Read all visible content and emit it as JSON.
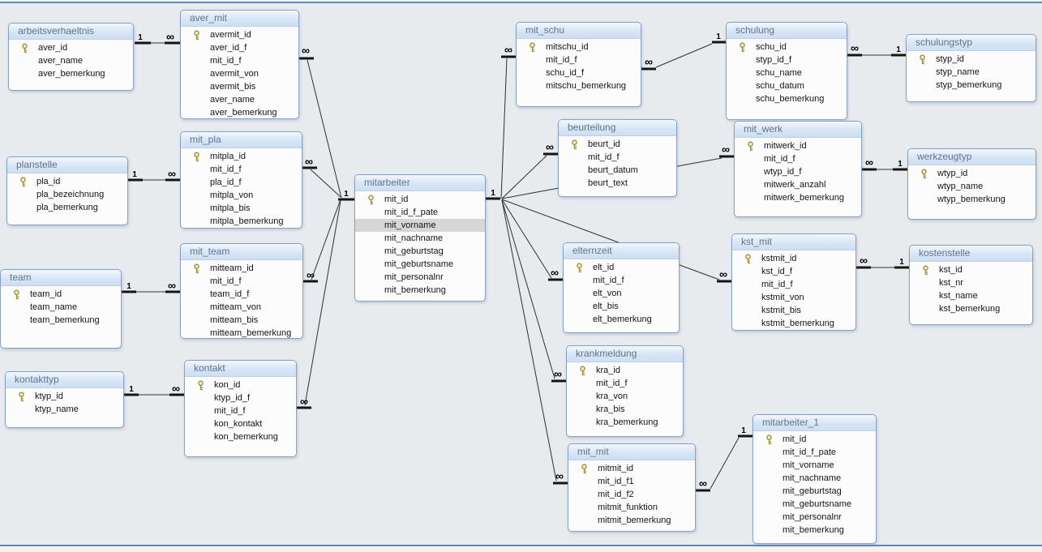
{
  "diagram": {
    "tables": [
      {
        "id": "arbeitsverhaeltnis",
        "title": "arbeitsverhaeltnis",
        "fields": [
          {
            "name": "aver_id",
            "key": true
          },
          {
            "name": "aver_name"
          },
          {
            "name": "aver_bemerkung"
          }
        ]
      },
      {
        "id": "aver_mit",
        "title": "aver_mit",
        "fields": [
          {
            "name": "avermit_id",
            "key": true
          },
          {
            "name": "aver_id_f"
          },
          {
            "name": "mit_id_f"
          },
          {
            "name": "avermit_von"
          },
          {
            "name": "avermit_bis"
          },
          {
            "name": "aver_name"
          },
          {
            "name": "aver_bemerkung"
          }
        ]
      },
      {
        "id": "planstelle",
        "title": "planstelle",
        "fields": [
          {
            "name": "pla_id",
            "key": true
          },
          {
            "name": "pla_bezeichnung"
          },
          {
            "name": "pla_bemerkung"
          }
        ]
      },
      {
        "id": "mit_pla",
        "title": "mit_pla",
        "fields": [
          {
            "name": "mitpla_id",
            "key": true
          },
          {
            "name": "mit_id_f"
          },
          {
            "name": "pla_id_f"
          },
          {
            "name": "mitpla_von"
          },
          {
            "name": "mitpla_bis"
          },
          {
            "name": "mitpla_bemerkung"
          }
        ]
      },
      {
        "id": "team",
        "title": "team",
        "fields": [
          {
            "name": "team_id",
            "key": true
          },
          {
            "name": "team_name"
          },
          {
            "name": "team_bemerkung"
          }
        ]
      },
      {
        "id": "mit_team",
        "title": "mit_team",
        "fields": [
          {
            "name": "mitteam_id",
            "key": true
          },
          {
            "name": "mit_id_f"
          },
          {
            "name": "team_id_f"
          },
          {
            "name": "mitteam_von"
          },
          {
            "name": "mitteam_bis"
          },
          {
            "name": "mitteam_bemerkung"
          }
        ]
      },
      {
        "id": "kontakttyp",
        "title": "kontakttyp",
        "fields": [
          {
            "name": "ktyp_id",
            "key": true
          },
          {
            "name": "ktyp_name"
          }
        ]
      },
      {
        "id": "kontakt",
        "title": "kontakt",
        "fields": [
          {
            "name": "kon_id",
            "key": true
          },
          {
            "name": "ktyp_id_f"
          },
          {
            "name": "mit_id_f"
          },
          {
            "name": "kon_kontakt"
          },
          {
            "name": "kon_bemerkung"
          }
        ]
      },
      {
        "id": "mitarbeiter",
        "title": "mitarbeiter",
        "fields": [
          {
            "name": "mit_id",
            "key": true
          },
          {
            "name": "mit_id_f_pate"
          },
          {
            "name": "mit_vorname",
            "selected": true
          },
          {
            "name": "mit_nachname"
          },
          {
            "name": "mit_geburtstag"
          },
          {
            "name": "mit_geburtsname"
          },
          {
            "name": "mit_personalnr"
          },
          {
            "name": "mit_bemerkung"
          }
        ]
      },
      {
        "id": "mit_schu",
        "title": "mit_schu",
        "fields": [
          {
            "name": "mitschu_id",
            "key": true
          },
          {
            "name": "mit_id_f"
          },
          {
            "name": "schu_id_f"
          },
          {
            "name": "mitschu_bemerkung"
          }
        ]
      },
      {
        "id": "schulung",
        "title": "schulung",
        "fields": [
          {
            "name": "schu_id",
            "key": true
          },
          {
            "name": "styp_id_f"
          },
          {
            "name": "schu_name"
          },
          {
            "name": "schu_datum"
          },
          {
            "name": "schu_bemerkung"
          }
        ]
      },
      {
        "id": "schulungstyp",
        "title": "schulungstyp",
        "fields": [
          {
            "name": "styp_id",
            "key": true
          },
          {
            "name": "styp_name"
          },
          {
            "name": "styp_bemerkung"
          }
        ]
      },
      {
        "id": "beurteilung",
        "title": "beurteilung",
        "fields": [
          {
            "name": "beurt_id",
            "key": true
          },
          {
            "name": "mit_id_f"
          },
          {
            "name": "beurt_datum"
          },
          {
            "name": "beurt_text"
          }
        ]
      },
      {
        "id": "mit_werk",
        "title": "mit_werk",
        "fields": [
          {
            "name": "mitwerk_id",
            "key": true
          },
          {
            "name": "mit_id_f"
          },
          {
            "name": "wtyp_id_f"
          },
          {
            "name": "mitwerk_anzahl"
          },
          {
            "name": "mitwerk_bemerkung"
          }
        ]
      },
      {
        "id": "werkzeugtyp",
        "title": "werkzeugtyp",
        "fields": [
          {
            "name": "wtyp_id",
            "key": true
          },
          {
            "name": "wtyp_name"
          },
          {
            "name": "wtyp_bemerkung"
          }
        ]
      },
      {
        "id": "elternzeit",
        "title": "elternzeit",
        "fields": [
          {
            "name": "elt_id",
            "key": true
          },
          {
            "name": "mit_id_f"
          },
          {
            "name": "elt_von"
          },
          {
            "name": "elt_bis"
          },
          {
            "name": "elt_bemerkung"
          }
        ]
      },
      {
        "id": "kst_mit",
        "title": "kst_mit",
        "fields": [
          {
            "name": "kstmit_id",
            "key": true
          },
          {
            "name": "kst_id_f"
          },
          {
            "name": "mit_id_f"
          },
          {
            "name": "kstmit_von"
          },
          {
            "name": "kstmit_bis"
          },
          {
            "name": "kstmit_bemerkung"
          }
        ]
      },
      {
        "id": "kostenstelle",
        "title": "kostenstelle",
        "fields": [
          {
            "name": "kst_id",
            "key": true
          },
          {
            "name": "kst_nr"
          },
          {
            "name": "kst_name"
          },
          {
            "name": "kst_bemerkung"
          }
        ]
      },
      {
        "id": "krankmeldung",
        "title": "krankmeldung",
        "fields": [
          {
            "name": "kra_id",
            "key": true
          },
          {
            "name": "mit_id_f"
          },
          {
            "name": "kra_von"
          },
          {
            "name": "kra_bis"
          },
          {
            "name": "kra_bemerkung"
          }
        ]
      },
      {
        "id": "mit_mit",
        "title": "mit_mit",
        "fields": [
          {
            "name": "mitmit_id",
            "key": true
          },
          {
            "name": "mit_id_f1"
          },
          {
            "name": "mit_id_f2"
          },
          {
            "name": "mitmit_funktion"
          },
          {
            "name": "mitmit_bemerkung"
          }
        ]
      },
      {
        "id": "mitarbeiter_1",
        "title": "mitarbeiter_1",
        "fields": [
          {
            "name": "mit_id",
            "key": true
          },
          {
            "name": "mit_id_f_pate"
          },
          {
            "name": "mit_vorname"
          },
          {
            "name": "mit_nachname"
          },
          {
            "name": "mit_geburtstag"
          },
          {
            "name": "mit_geburtsname"
          },
          {
            "name": "mit_personalnr"
          },
          {
            "name": "mit_bemerkung"
          }
        ]
      }
    ],
    "relationships": [
      {
        "from": "arbeitsverhaeltnis",
        "from_card": "1",
        "to": "aver_mit",
        "to_card": "∞"
      },
      {
        "from": "aver_mit",
        "from_card": "∞",
        "to": "mitarbeiter",
        "to_card": "1"
      },
      {
        "from": "planstelle",
        "from_card": "1",
        "to": "mit_pla",
        "to_card": "∞"
      },
      {
        "from": "mit_pla",
        "from_card": "∞",
        "to": "mitarbeiter",
        "to_card": "1"
      },
      {
        "from": "team",
        "from_card": "1",
        "to": "mit_team",
        "to_card": "∞"
      },
      {
        "from": "mit_team",
        "from_card": "∞",
        "to": "mitarbeiter",
        "to_card": "1"
      },
      {
        "from": "kontakttyp",
        "from_card": "1",
        "to": "kontakt",
        "to_card": "∞"
      },
      {
        "from": "kontakt",
        "from_card": "∞",
        "to": "mitarbeiter",
        "to_card": "1"
      },
      {
        "from": "mitarbeiter",
        "from_card": "1",
        "to": "mit_schu",
        "to_card": "∞"
      },
      {
        "from": "mitarbeiter",
        "from_card": "1",
        "to": "beurteilung",
        "to_card": "∞"
      },
      {
        "from": "mitarbeiter",
        "from_card": "1",
        "to": "mit_werk",
        "to_card": "∞"
      },
      {
        "from": "mitarbeiter",
        "from_card": "1",
        "to": "elternzeit",
        "to_card": "∞"
      },
      {
        "from": "mitarbeiter",
        "from_card": "1",
        "to": "kst_mit",
        "to_card": "∞"
      },
      {
        "from": "mitarbeiter",
        "from_card": "1",
        "to": "krankmeldung",
        "to_card": "∞"
      },
      {
        "from": "mitarbeiter",
        "from_card": "1",
        "to": "mit_mit",
        "to_card": "∞"
      },
      {
        "from": "mit_schu",
        "from_card": "∞",
        "to": "schulung",
        "to_card": "1"
      },
      {
        "from": "schulung",
        "from_card": "∞",
        "to": "schulungstyp",
        "to_card": "1"
      },
      {
        "from": "mit_werk",
        "from_card": "∞",
        "to": "werkzeugtyp",
        "to_card": "1"
      },
      {
        "from": "kst_mit",
        "from_card": "∞",
        "to": "kostenstelle",
        "to_card": "1"
      },
      {
        "from": "mit_mit",
        "from_card": "∞",
        "to": "mitarbeiter_1",
        "to_card": "1"
      }
    ]
  }
}
